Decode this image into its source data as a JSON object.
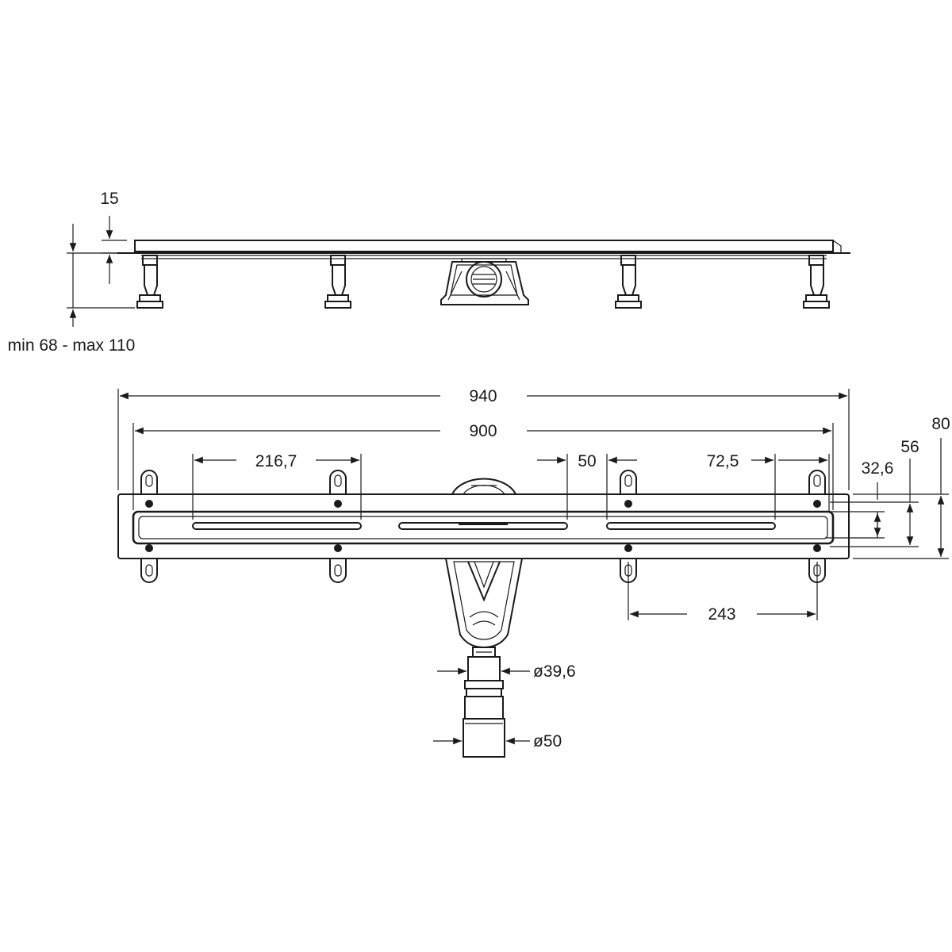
{
  "side_view": {
    "dim_frame_height": "15",
    "dim_total_height": "min 68 - max 110"
  },
  "top_view": {
    "dim_overall_length": "940",
    "dim_grate_length": "900",
    "dim_slot_left": "216,7",
    "dim_slot_gap": "50",
    "dim_slot_end": "72,5",
    "dim_foot_spacing": "243",
    "dim_slot_width": "32,6",
    "dim_channel_width": "56",
    "dim_frame_width": "80",
    "dim_outlet_inner": "ø39,6",
    "dim_outlet_outer": "ø50"
  }
}
